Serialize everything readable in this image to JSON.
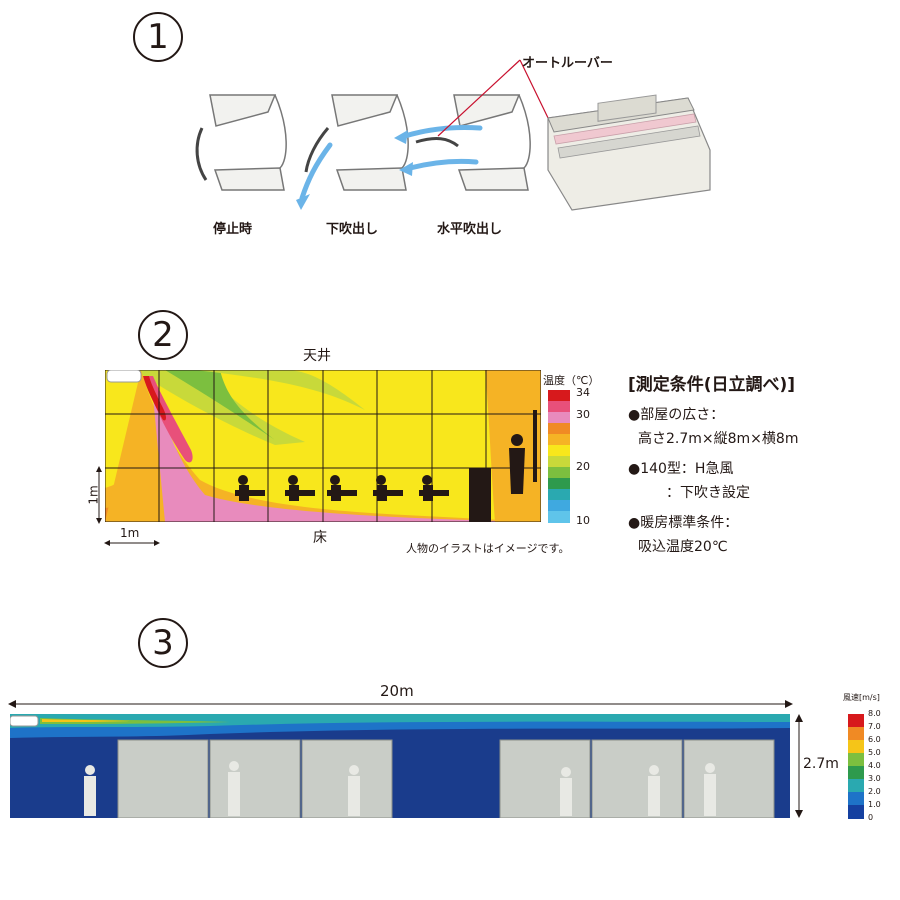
{
  "section_1": {
    "number": "1",
    "auto_louver_label": "オートルーバー",
    "states": [
      "停止時",
      "下吹出し",
      "水平吹出し"
    ]
  },
  "section_2": {
    "number": "2",
    "ceiling_label": "天井",
    "floor_label": "床",
    "vertical_scale_label": "1m",
    "horizontal_scale_label": "1m",
    "illustration_note": "人物のイラストはイメージです。",
    "legend": {
      "title": "温度（℃）",
      "ticks": [
        "34",
        "30",
        "20",
        "10"
      ],
      "colors": [
        "#d7191c",
        "#e8507a",
        "#e88bbd",
        "#f08a24",
        "#f5b325",
        "#f8e71c",
        "#c8d93a",
        "#7cbf3f",
        "#2e9a4d",
        "#2aa9b0",
        "#3fa9e0",
        "#5fc4ea"
      ]
    },
    "conditions": {
      "title": "[測定条件(日立調べ)]",
      "lines": [
        "●部屋の広さ：",
        "高さ2.7m×縦8m×横8m",
        "●140型：H急風",
        "：下吹き設定",
        "●暖房標準条件：",
        "吸込温度20℃"
      ]
    }
  },
  "section_3": {
    "number": "3",
    "width_label": "20m",
    "height_label": "2.7m",
    "legend": {
      "title": "風速[m/s]",
      "ticks": [
        "8.0",
        "7.0",
        "6.0",
        "5.0",
        "4.0",
        "3.0",
        "2.0",
        "1.0",
        "0"
      ],
      "colors": [
        "#d7191c",
        "#f08a24",
        "#f5c518",
        "#7cbf3f",
        "#2e9a4d",
        "#2aa9b0",
        "#1e73c8",
        "#1540a0"
      ]
    }
  },
  "colors": {
    "arrow_blue": "#6bb4e8",
    "leader_red": "#c8102e",
    "warm_yellow": "#f8e71c",
    "deep_blue": "#1a3c8c"
  }
}
